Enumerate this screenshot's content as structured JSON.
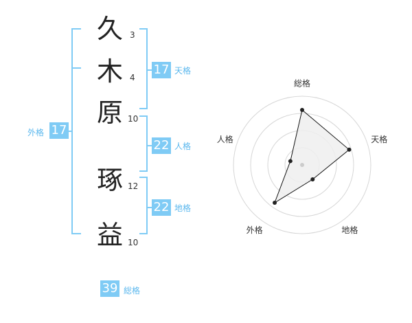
{
  "name_chars": [
    {
      "char": "久",
      "strokes": "3"
    },
    {
      "char": "木",
      "strokes": "4"
    },
    {
      "char": "原",
      "strokes": "10"
    },
    {
      "char": "琢",
      "strokes": "12"
    },
    {
      "char": "益",
      "strokes": "10"
    }
  ],
  "fortunes": {
    "tenkaku": {
      "value": "17",
      "label": "天格"
    },
    "jinkaku": {
      "value": "22",
      "label": "人格"
    },
    "chikaku": {
      "value": "22",
      "label": "地格"
    },
    "gaikaku": {
      "value": "17",
      "label": "外格"
    },
    "soukaku": {
      "value": "39",
      "label": "総格"
    }
  },
  "colors": {
    "accent": "#7fcbf5",
    "label": "#5cb8ee",
    "radar_fill": "#eeeeee"
  },
  "chart_data": {
    "type": "radar",
    "axes": [
      "総格",
      "天格",
      "地格",
      "外格",
      "人格"
    ],
    "max": 5,
    "rings": 4,
    "values": [
      4.0,
      3.6,
      1.3,
      3.4,
      0.9
    ]
  }
}
